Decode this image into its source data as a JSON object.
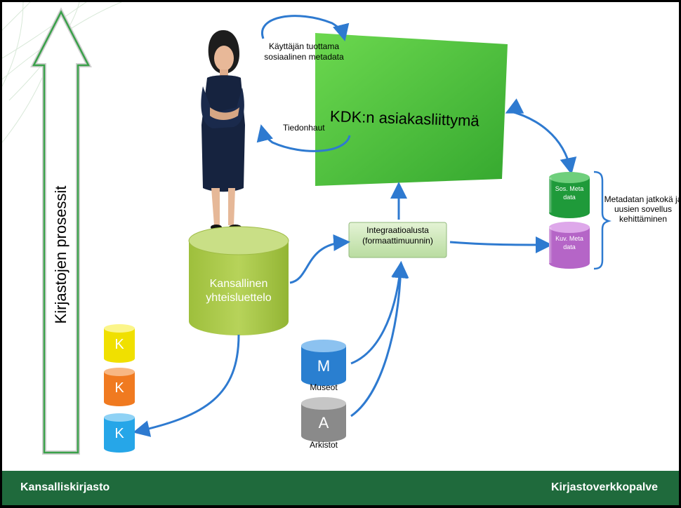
{
  "process_label": "Kirjastojen prosessit",
  "woman_label_top": "Käyttäjän tuottama sosiaalinen metadata",
  "woman_label_bottom": "Tiedonhaut",
  "kdk_label": "KDK:n asiakasliittymä",
  "catalog_label": "Kansallinen yhteisluettelo",
  "integration_label": "Integraatioalusta (formaattimuunnin)",
  "sos_meta_label": "Sos. Meta data",
  "kuv_meta_label": "Kuv. Meta data",
  "metadata_dev_label": "Metadatan jatkokä ja uusien sovellus kehittäminen",
  "museum": {
    "letter": "M",
    "name": "Museot"
  },
  "archive": {
    "letter": "A",
    "name": "Arkistot"
  },
  "libraries": [
    "K",
    "K",
    "K"
  ],
  "footer": {
    "left": "Kansalliskirjasto",
    "right": "Kirjastoverkkopalve"
  },
  "colors": {
    "footer": "#1f6a3c",
    "kdk_panel": "#4fc13c",
    "catalog": "#a6c646",
    "arrows": "#2e7ad0",
    "sos_meta": "#1f9a3a",
    "kuv_meta": "#b565c7",
    "museum": "#2a7fd0",
    "archive": "#8a8a8a",
    "lib_yellow": "#f0e000",
    "lib_orange": "#f07a20",
    "lib_blue": "#26a6e8"
  }
}
